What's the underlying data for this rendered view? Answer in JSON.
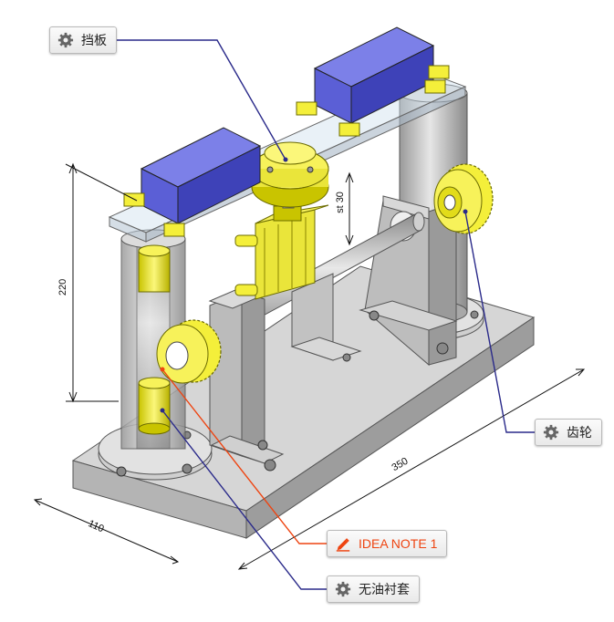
{
  "callouts": {
    "baffle": {
      "label": "挡板",
      "icon": "gear-icon"
    },
    "gear": {
      "label": "齿轮",
      "icon": "gear-icon"
    },
    "idea_note": {
      "label": "IDEA NOTE 1",
      "icon": "pencil-icon"
    },
    "bushing": {
      "label": "无油衬套",
      "icon": "gear-icon"
    }
  },
  "dimensions": {
    "height": "220",
    "stroke": "st 30",
    "length": "350",
    "width": "110"
  },
  "colors": {
    "block_blue": "#5b5fd6",
    "part_yellow": "#f4ef3a",
    "body_gray": "#c8c8c8",
    "leader_navy": "#2a2a8a",
    "leader_orange": "#ee4411"
  }
}
